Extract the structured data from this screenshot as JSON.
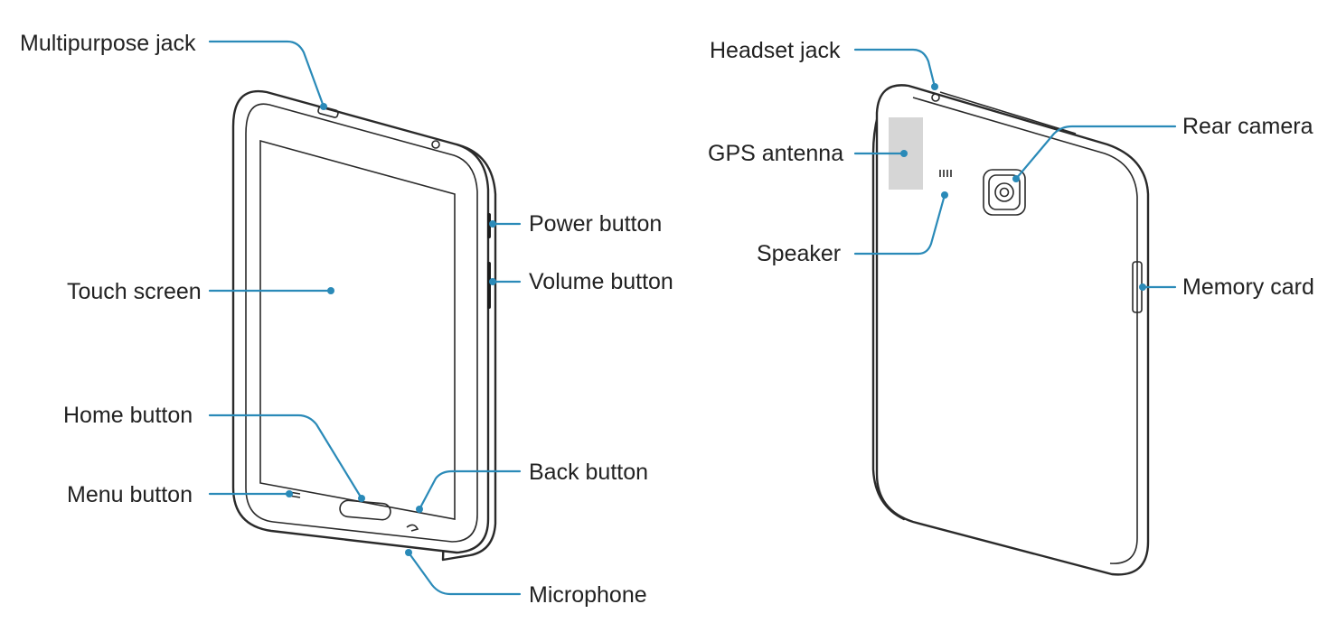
{
  "colors": {
    "leader": "#2a8ab8",
    "outline": "#2a2a2a",
    "gps_antenna": "#d6d6d6"
  },
  "front_labels": {
    "multipurpose_jack": "Multipurpose jack",
    "power_button": "Power button",
    "volume_button": "Volume button",
    "touch_screen": "Touch screen",
    "home_button": "Home button",
    "back_button": "Back button",
    "menu_button": "Menu button",
    "microphone": "Microphone"
  },
  "back_labels": {
    "headset_jack": "Headset jack",
    "rear_camera": "Rear camera",
    "gps_antenna": "GPS antenna",
    "speaker": "Speaker",
    "memory_card": "Memory card"
  }
}
